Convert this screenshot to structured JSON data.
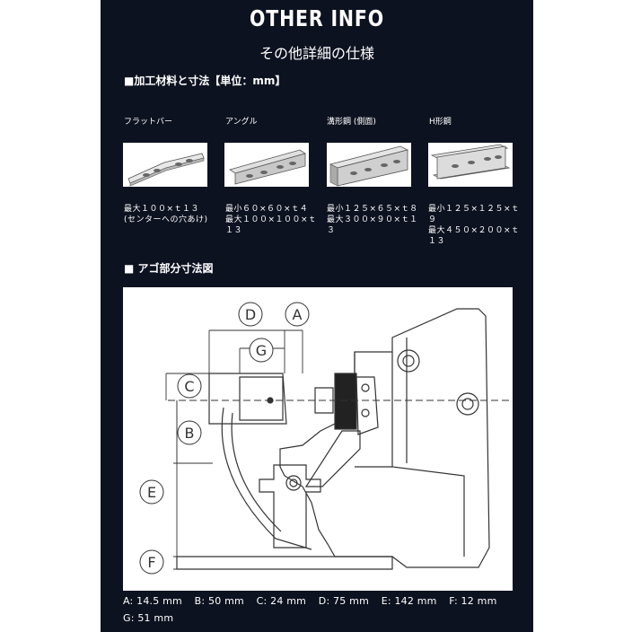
{
  "header": {
    "title": "OTHER INFO",
    "subtitle": "その他詳細の仕様"
  },
  "materials_section": {
    "heading": "■加工材料と寸法【単位：mm】",
    "items": [
      {
        "name": "フラットバー",
        "spec": [
          "最大１００×ｔ１３",
          "(センターへの穴あけ)"
        ]
      },
      {
        "name": "アングル",
        "spec": [
          "最小６０×６０×ｔ４",
          "最大１００×１００×ｔ",
          "１３"
        ]
      },
      {
        "name": "溝形鋼 (側面)",
        "spec": [
          "最小１２５×６５×ｔ８",
          "最大３００×９０×ｔ１",
          "３"
        ]
      },
      {
        "name": "H形鋼",
        "spec": [
          "最小１２５×１２５×ｔ",
          "９",
          "最大４５０×２００×ｔ",
          "１３"
        ]
      }
    ]
  },
  "jaw_section": {
    "heading": "■ アゴ部分寸法図",
    "labels": [
      "D",
      "A",
      "G",
      "C",
      "B",
      "E",
      "F"
    ]
  },
  "dimensions": [
    "A: 14.5 mm",
    "B: 50 mm",
    "C: 24 mm",
    "D: 75 mm",
    "E: 142 mm",
    "F: 12 mm",
    "G: 51 mm"
  ]
}
